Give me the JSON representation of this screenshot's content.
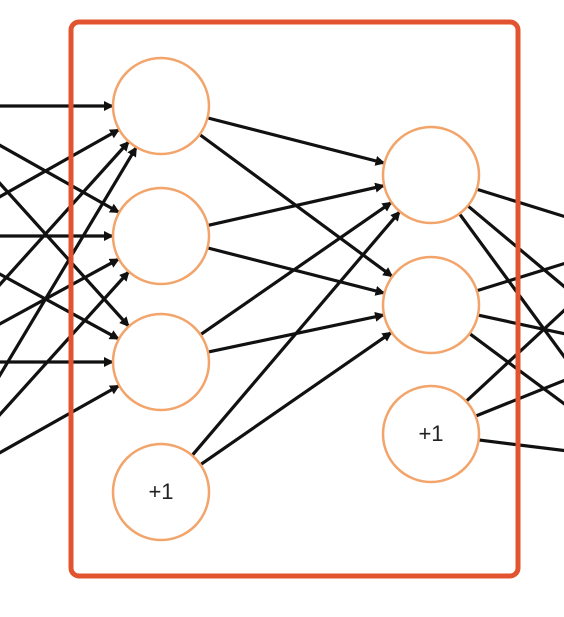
{
  "colors": {
    "frame": "#e2542f",
    "node_stroke": "#f2a46a",
    "edge": "#111111",
    "background": "#ffffff"
  },
  "layers": [
    {
      "id": "hidden1",
      "nodes": [
        {
          "id": "h1-1",
          "label": ""
        },
        {
          "id": "h1-2",
          "label": ""
        },
        {
          "id": "h1-3",
          "label": ""
        },
        {
          "id": "h1-bias",
          "label": "+1"
        }
      ]
    },
    {
      "id": "hidden2",
      "nodes": [
        {
          "id": "h2-1",
          "label": ""
        },
        {
          "id": "h2-2",
          "label": ""
        },
        {
          "id": "h2-bias",
          "label": "+1"
        }
      ]
    }
  ]
}
